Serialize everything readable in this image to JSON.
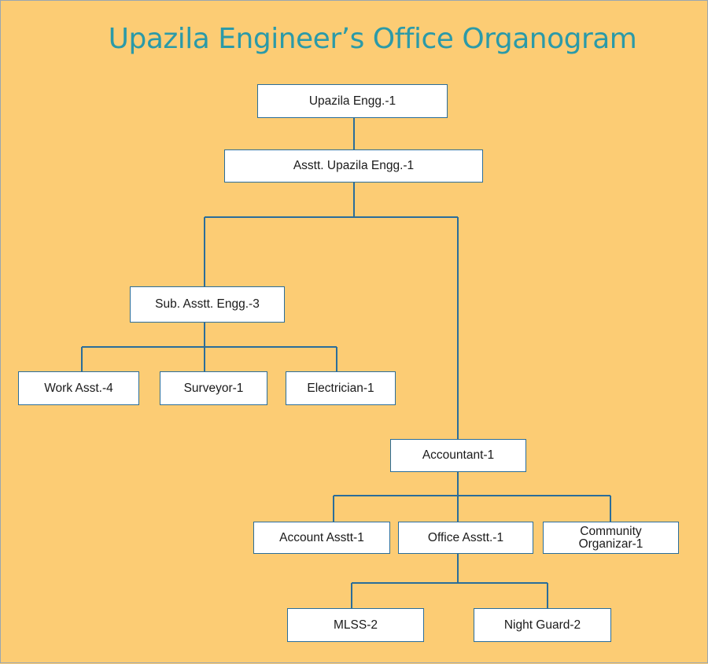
{
  "title": "Upazila Engineer’s Office Organogram",
  "colors": {
    "background": "#fccc74",
    "title": "#2b9aa8",
    "line": "#2a6d9a",
    "box": "#ffffff"
  },
  "nodes": {
    "upazila_engg": "Upazila Engg.-1",
    "asstt_upazila_engg": "Asstt. Upazila Engg.-1",
    "sub_asstt_engg": "Sub. Asstt. Engg.-3",
    "work_asst": "Work Asst.-4",
    "surveyor": "Surveyor-1",
    "electrician": "Electrician-1",
    "accountant": "Accountant-1",
    "account_asstt": "Account Asstt-1",
    "office_asstt": "Office Asstt.-1",
    "community_organizar_line1": "Community",
    "community_organizar_line2": "Organizar-1",
    "mlss": "MLSS-2",
    "night_guard": "Night Guard-2"
  }
}
